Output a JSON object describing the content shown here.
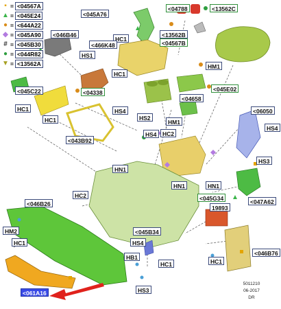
{
  "legend": [
    {
      "symbol": "▪",
      "color": "#e4a400",
      "code": "<04567A"
    },
    {
      "symbol": "▲",
      "color": "#3bb54a",
      "code": "<045E24"
    },
    {
      "symbol": "●",
      "color": "#d98c1a",
      "code": "<644A22"
    },
    {
      "symbol": "◆",
      "color": "#b37be0",
      "code": "<045A90"
    },
    {
      "symbol": "#",
      "color": "#333333",
      "code": "<045B30"
    },
    {
      "symbol": "●",
      "color": "#2e9e3f",
      "code": "<044R82"
    },
    {
      "symbol": "▼",
      "color": "#a6a020",
      "code": "<13562A"
    }
  ],
  "labels": {
    "l045A76": "<045A76",
    "l04788": "<04788",
    "l13562C": "<13562C",
    "l046B46": "<046B46",
    "lHC1_top": "HC1",
    "l13562B": "<13562B",
    "l04567B": "<04567B",
    "l466K48": "<466K48",
    "lHS1": "HS1",
    "lHM1_right": "HM1",
    "lHC1_mid": "HC1",
    "l045C22": "<045C22",
    "l04338": "<04338",
    "l045E02": "<045E02",
    "lHC1_left": "HC1",
    "l04658": "<04658",
    "lHS4_mid": "HS4",
    "l06050": "<06050",
    "lHC1_left2": "HC1",
    "lHS2": "HS2",
    "lHM1_mid": "HM1",
    "lHS4_right": "HS4",
    "lHS4_mid2": "HS4",
    "lHC2_mid": "HC2",
    "l043B92": "<043B92",
    "lHS3_right": "HS3",
    "lHN1_a": "HN1",
    "lHN1_b": "HN1",
    "lHN1_c": "HN1",
    "l045G34": "<045G34",
    "l047A62": "<047A62",
    "lHC2_low": "HC2",
    "l046B26": "<046B26",
    "l19893": "19893",
    "lHM2": "HM2",
    "l045B34": "<045B34",
    "lHC1_lowleft": "HC1",
    "lHS4_low": "HS4",
    "lHB1": "HB1",
    "lHC1_low": "HC1",
    "lHC1_lowright": "HC1",
    "l046B76": "<046B76",
    "lHS3_low": "HS3",
    "l061A16": "<061A16"
  },
  "footer": {
    "line1": "5011210",
    "line2": "06-2017",
    "line3": "DR"
  }
}
